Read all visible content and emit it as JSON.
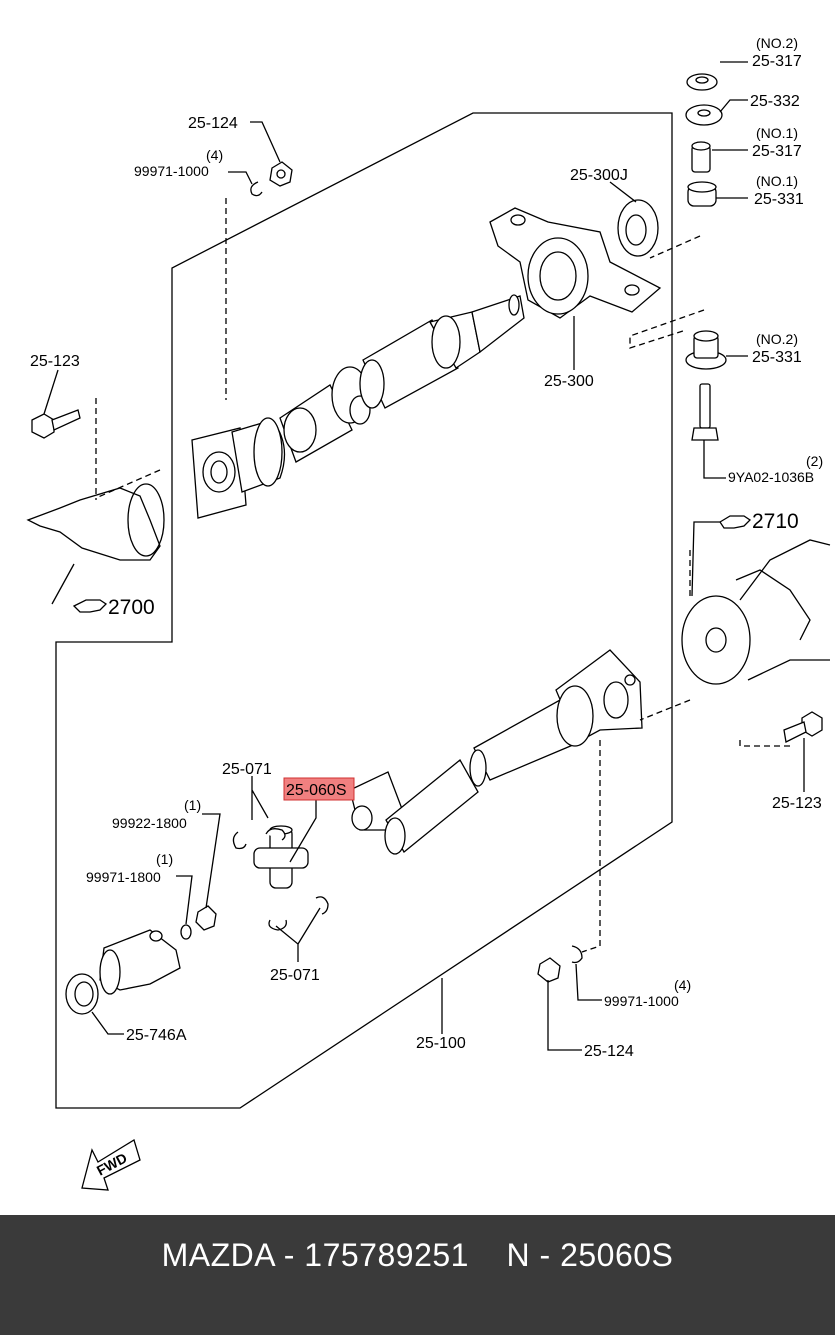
{
  "labels": {
    "no2_a": "(NO.2)",
    "p25_317_a": "25-317",
    "p25_332": "25-332",
    "no1_a": "(NO.1)",
    "p25_317_b": "25-317",
    "no1_b": "(NO.1)",
    "p25_331_a": "25-331",
    "p25_124_a": "25-124",
    "qty4_a": "(4)",
    "p99971_1000_a": "99971-1000",
    "p25_300j": "25-300J",
    "p25_300": "25-300",
    "no2_b": "(NO.2)",
    "p25_331_b": "25-331",
    "qty2": "(2)",
    "p9ya02": "9YA02-1036B",
    "p25_123_a": "25-123",
    "p2700": "2700",
    "p2710": "2710",
    "p25_071_a": "25-071",
    "p25_060s": "25-060S",
    "qty1_a": "(1)",
    "p99922_1800": "99922-1800",
    "qty1_b": "(1)",
    "p99971_1800": "99971-1800",
    "p25_071_b": "25-071",
    "p25_746a": "25-746A",
    "p25_100": "25-100",
    "p25_123_b": "25-123",
    "qty4_b": "(4)",
    "p99971_1000_b": "99971-1000",
    "p25_124_b": "25-124",
    "fwd": "FWD"
  },
  "highlight_color": "#f08080",
  "footer": {
    "text": "MAZDA - 175789251    N - 25060S"
  }
}
